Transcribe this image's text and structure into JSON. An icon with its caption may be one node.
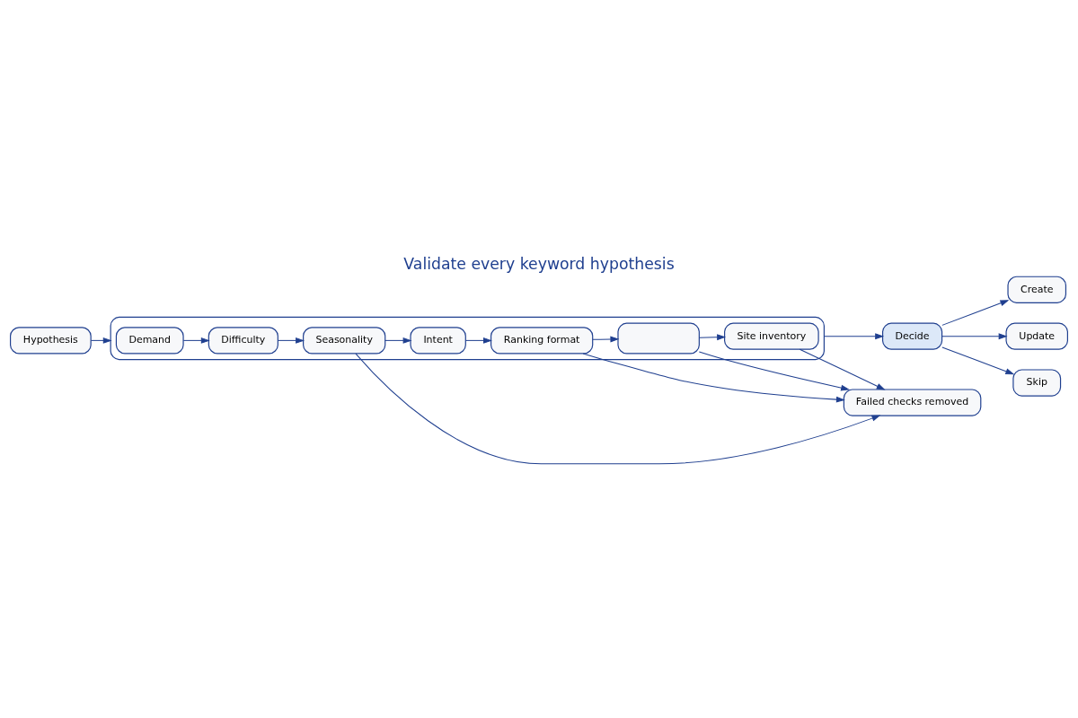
{
  "diagram": {
    "title": "Validate every keyword hypothesis",
    "nodes": [
      {
        "text": [
          "Hypothesis"
        ]
      },
      {
        "text": [],
        "shape": "box"
      },
      {
        "text": [
          "Demand"
        ],
        "in": 1
      },
      {
        "text": [
          "Difficulty"
        ],
        "in": 1
      },
      {
        "text": [
          "Seasonality"
        ],
        "in": 1
      },
      {
        "text": [
          "Intent"
        ],
        "in": 1
      },
      {
        "text": [
          "Ranking format"
        ],
        "in": 1
      },
      {
        "text": [],
        "shape": "box",
        "in": 1
      },
      {
        "text": [
          "Site inventory"
        ],
        "in": 1
      },
      {
        "text": [
          "Failed checks removed"
        ]
      },
      {
        "text": [
          "Decide"
        ]
      },
      {
        "text": [
          "Create"
        ]
      },
      {
        "text": [
          "Update"
        ]
      },
      {
        "text": [
          "Skip"
        ]
      }
    ],
    "edges": [
      {
        "from": 0,
        "to": 1,
        "arrow": "to"
      },
      {
        "from": 2,
        "to": 3,
        "arrow": "to"
      },
      {
        "from": 3,
        "to": 4,
        "arrow": "to"
      },
      {
        "from": 4,
        "to": 5,
        "arrow": "to"
      },
      {
        "from": 5,
        "to": 6,
        "arrow": "to"
      },
      {
        "from": 6,
        "to": 7,
        "arrow": "to"
      },
      {
        "from": 7,
        "to": 8,
        "arrow": "to"
      },
      {
        "from": 6,
        "to": 9,
        "arrow": "to"
      },
      {
        "from": 7,
        "to": 9,
        "arrow": "to"
      },
      {
        "from": 4,
        "to": 9,
        "arrow": "to"
      },
      {
        "from": 8,
        "to": 9,
        "arrow": "to"
      },
      {
        "from": 1,
        "to": 10,
        "arrow": "to"
      },
      {
        "from": 10,
        "to": 11,
        "arrow": "to"
      },
      {
        "from": 10,
        "to": 12,
        "arrow": "to"
      },
      {
        "from": 10,
        "to": 13,
        "arrow": "to"
      }
    ]
  }
}
